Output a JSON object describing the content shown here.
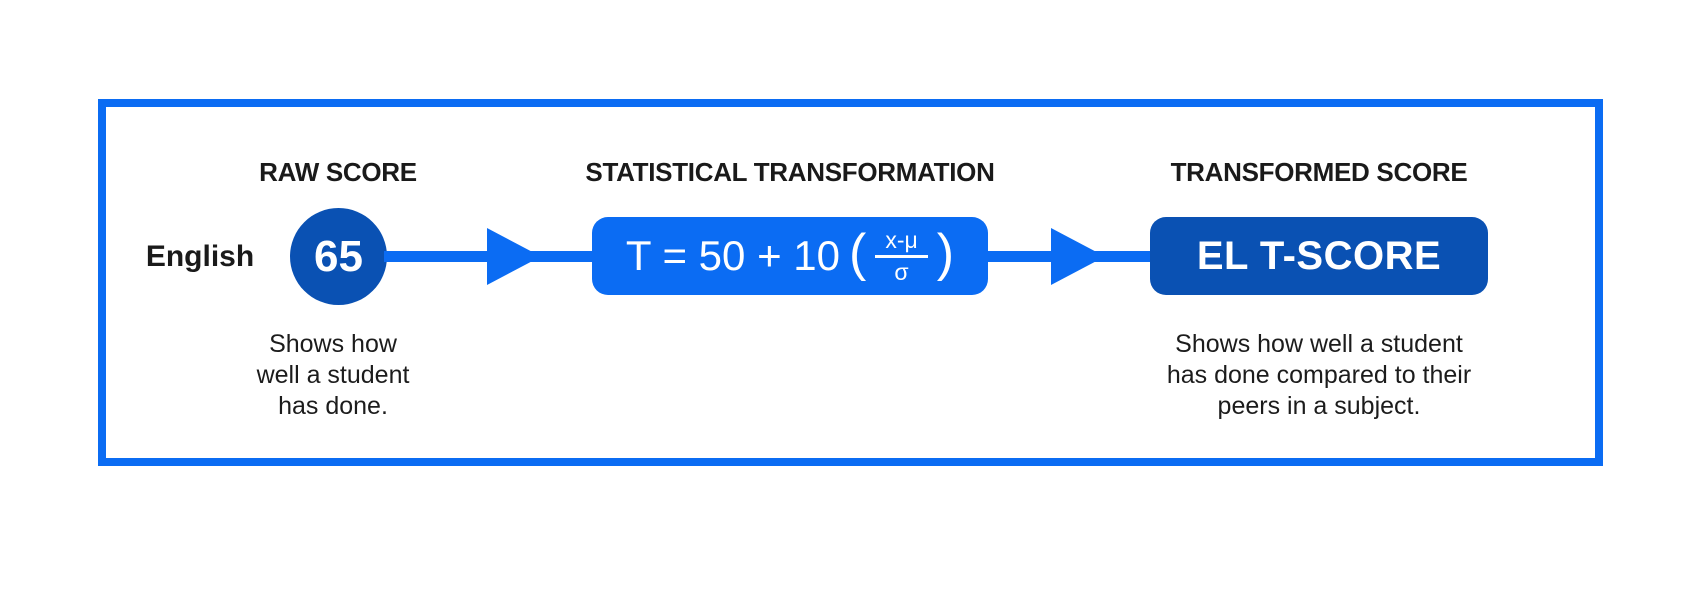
{
  "diagram": {
    "colors": {
      "accent_bright_blue": "#0b6cf3",
      "accent_dark_blue": "#0a51b3",
      "heading_text": "#1a1a1a",
      "caption_text": "#1c1c1c",
      "box_text": "#ffffff"
    },
    "row_label": "English",
    "stages": [
      {
        "heading": "RAW SCORE",
        "value": "65",
        "caption_lines": [
          "Shows how",
          "well a student",
          "has done."
        ]
      },
      {
        "heading": "STATISTICAL TRANSFORMATION",
        "formula": {
          "lead": "T = 50 + 10",
          "open_paren": "(",
          "numerator": "x-μ",
          "denominator": "σ",
          "close_paren": ")"
        }
      },
      {
        "heading": "TRANSFORMED SCORE",
        "value": "EL T-SCORE",
        "caption_lines": [
          "Shows how well a student",
          "has done compared to their",
          "peers in a subject."
        ]
      }
    ]
  }
}
